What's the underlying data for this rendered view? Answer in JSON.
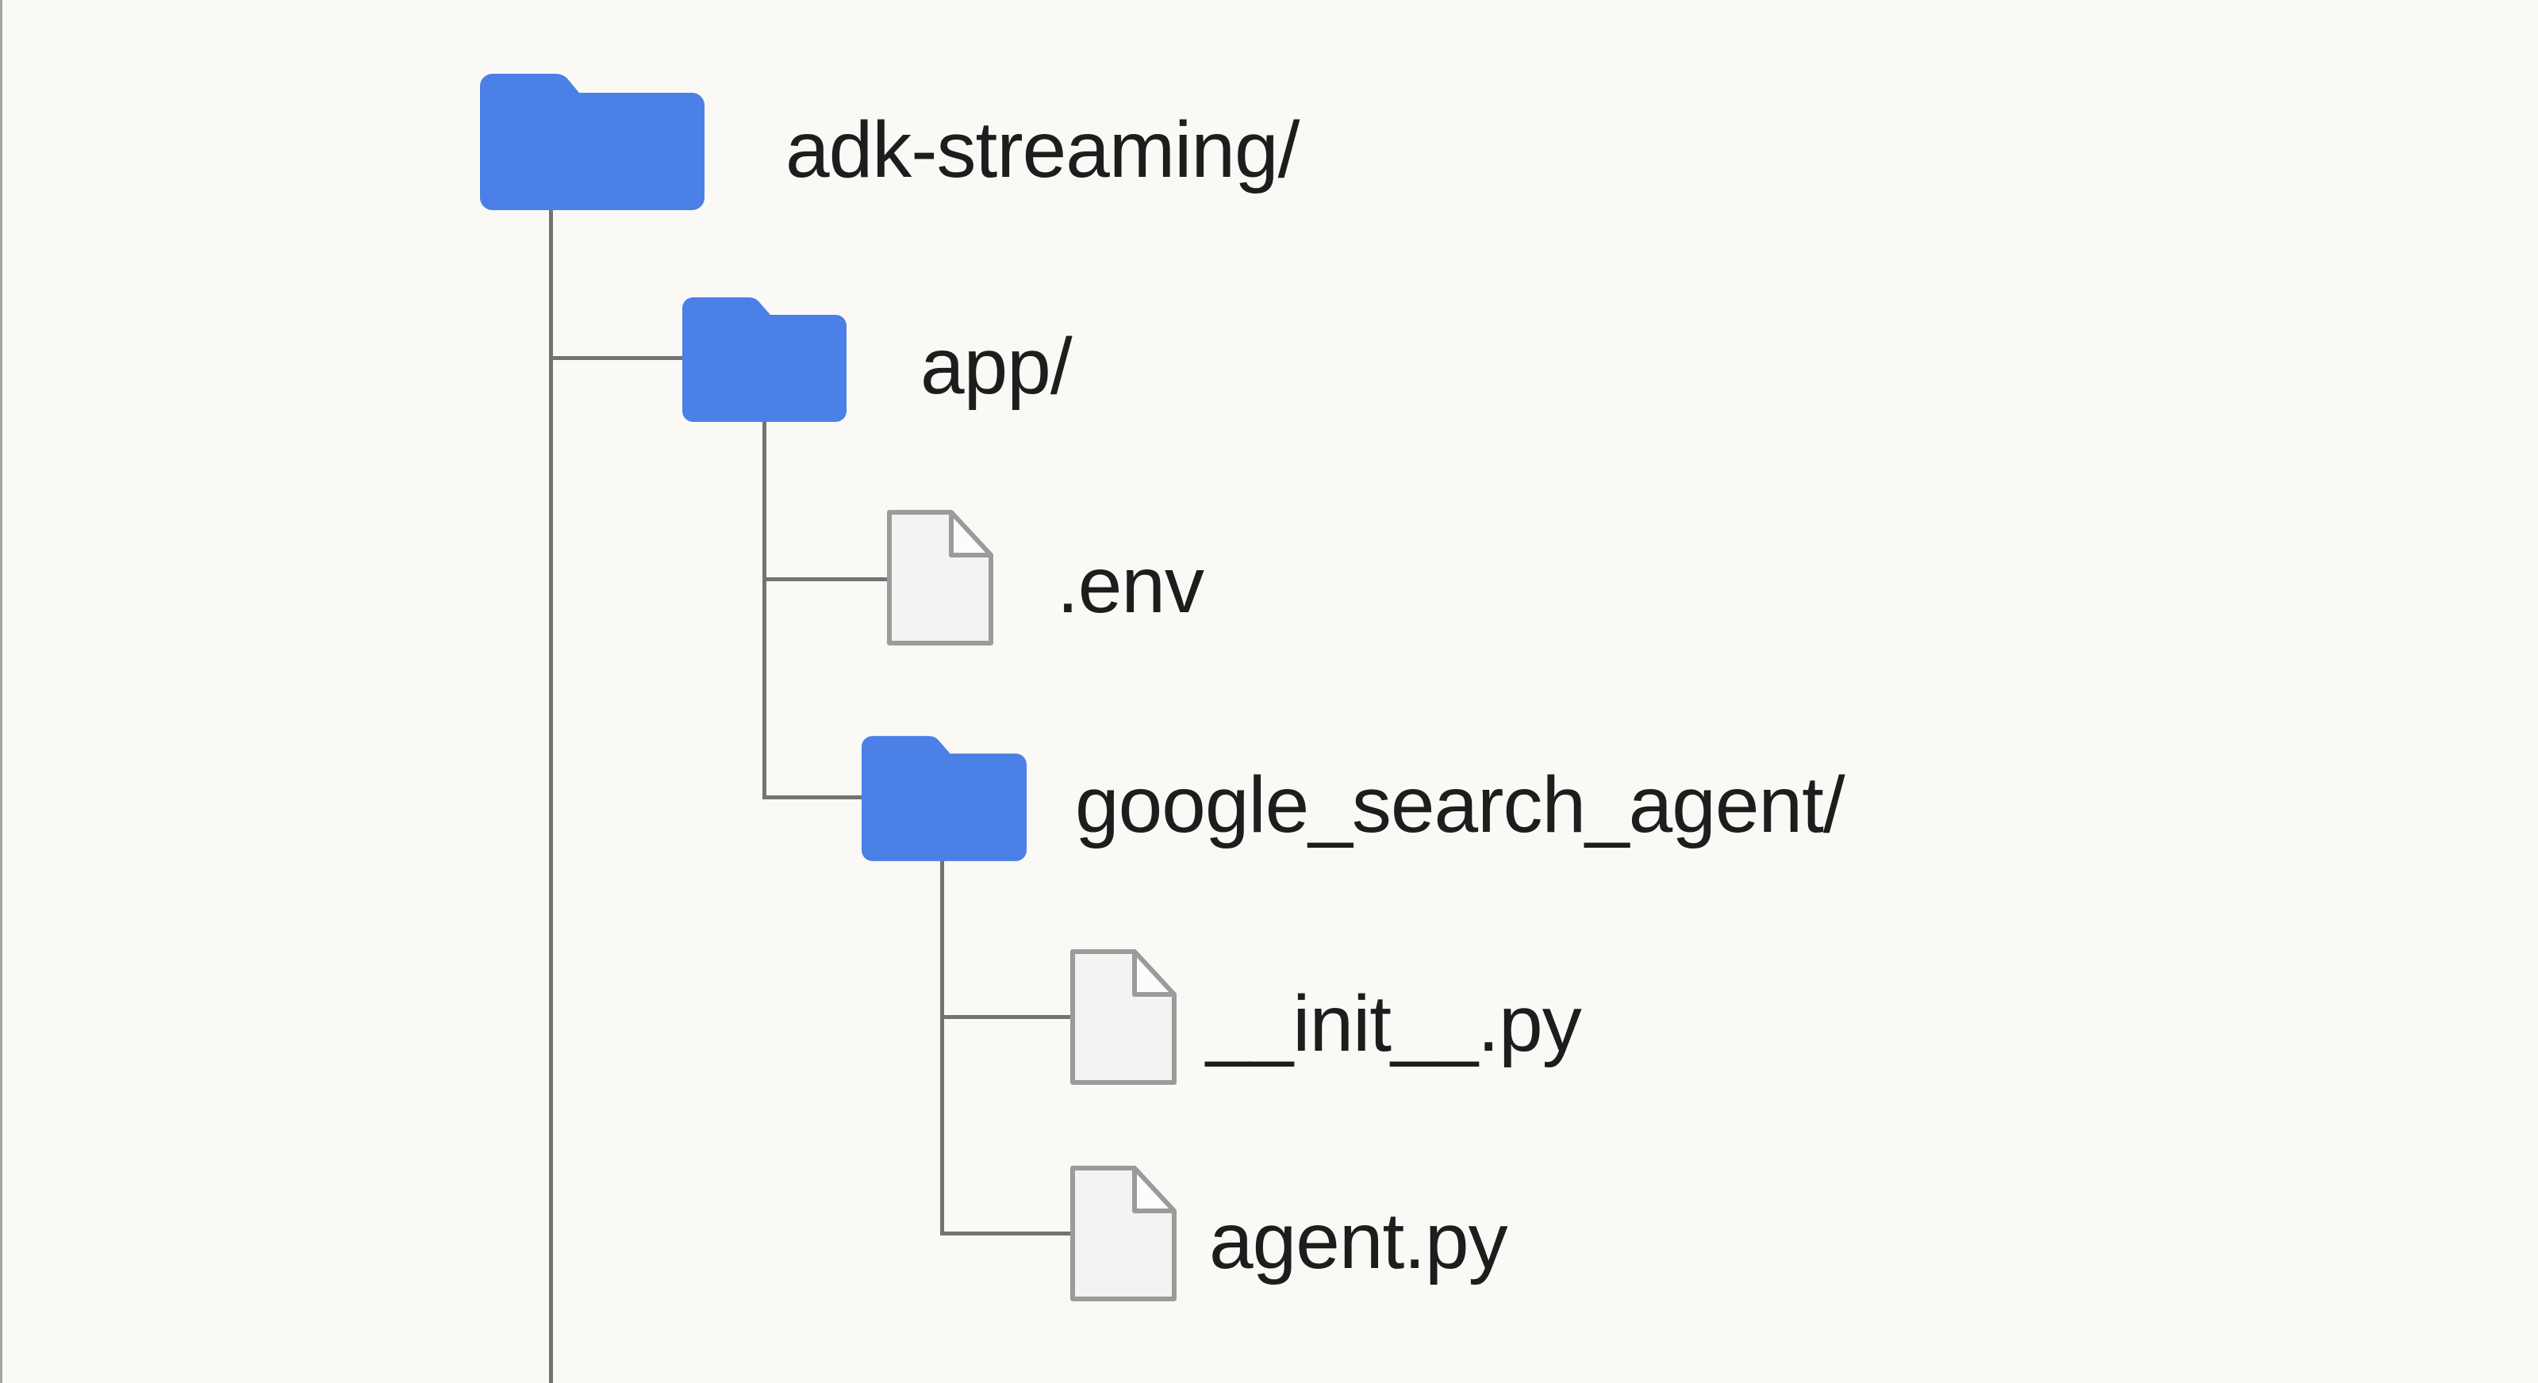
{
  "diagram": {
    "type": "file-tree",
    "root": "adk-streaming/"
  },
  "tree": {
    "nodes": [
      {
        "id": "adk-streaming",
        "label": "adk-streaming/",
        "type": "folder",
        "depth": 0,
        "parent": null
      },
      {
        "id": "app",
        "label": "app/",
        "type": "folder",
        "depth": 1,
        "parent": "adk-streaming"
      },
      {
        "id": "env",
        "label": ".env",
        "type": "file",
        "depth": 2,
        "parent": "app"
      },
      {
        "id": "google-search-agent",
        "label": "google_search_agent/",
        "type": "folder",
        "depth": 2,
        "parent": "app"
      },
      {
        "id": "init-py",
        "label": "__init__.py",
        "type": "file",
        "depth": 3,
        "parent": "google-search-agent"
      },
      {
        "id": "agent-py",
        "label": "agent.py",
        "type": "file",
        "depth": 3,
        "parent": "google-search-agent"
      }
    ]
  },
  "colors": {
    "background": "#faf9f6",
    "folder": "#4b80e6",
    "file_fill": "#f3f3f2",
    "file_fold": "#fcfcfc",
    "file_stroke": "#9b9b9b",
    "line": "#737373",
    "text": "#1d1d1d",
    "left_edge": "#a6a6a6"
  }
}
